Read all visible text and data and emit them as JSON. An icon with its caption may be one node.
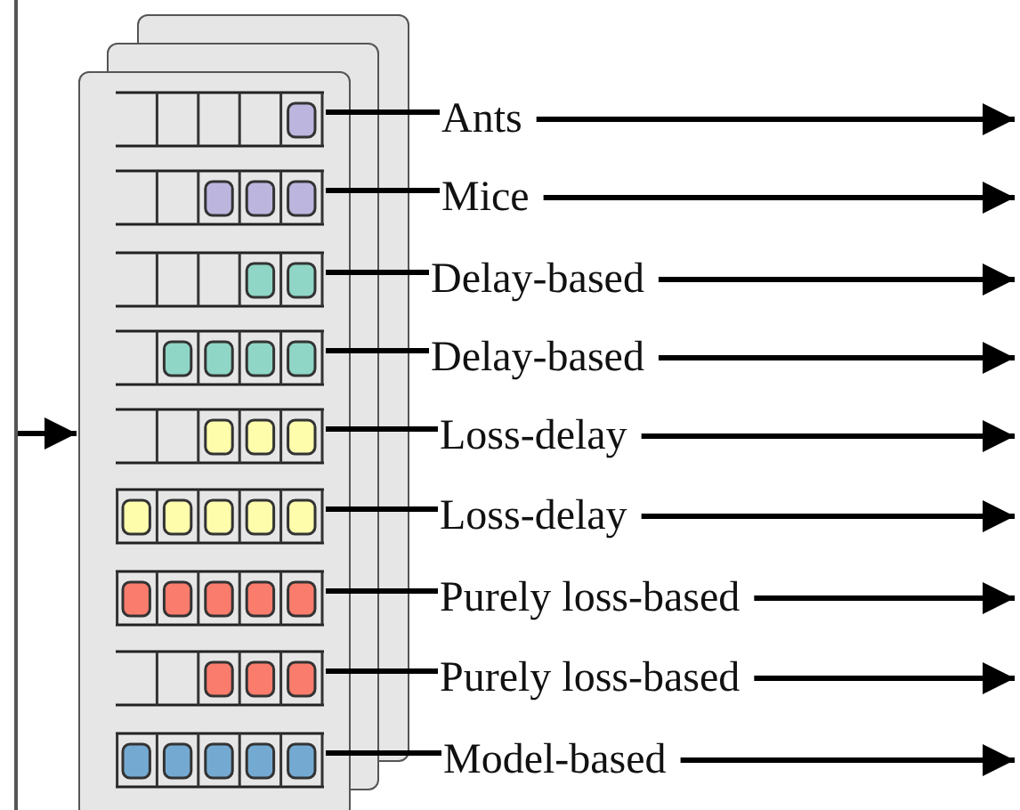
{
  "diagram": {
    "nodes": [
      {
        "text": [],
        "shape": "box"
      },
      {
        "text": [],
        "shape": "box"
      },
      {
        "text": [],
        "shape": "bar",
        "in": 1
      },
      {
        "text": [],
        "shape": "bar",
        "in": 1
      },
      {
        "text": [],
        "shape": "bar",
        "in": 1
      },
      {
        "text": [],
        "shape": "bar",
        "in": 1
      },
      {
        "text": [],
        "shape": "bar",
        "in": 1
      },
      {
        "text": [],
        "shape": "bar",
        "in": 1
      },
      {
        "text": [],
        "shape": "bar",
        "in": 1
      },
      {
        "text": [],
        "shape": "bar",
        "in": 1
      },
      {
        "text": [],
        "shape": "bar",
        "in": 1
      },
      {
        "text": [
          "Ants"
        ]
      },
      {
        "text": [
          "Mice"
        ]
      },
      {
        "text": [
          "Delay-based"
        ]
      },
      {
        "text": [
          "Delay-based"
        ]
      },
      {
        "text": [
          "Loss-delay"
        ]
      },
      {
        "text": [
          "Loss-delay"
        ]
      },
      {
        "text": [
          "Purely loss-based"
        ]
      },
      {
        "text": [
          "Purely loss-based"
        ]
      },
      {
        "text": [
          "Model-based"
        ]
      }
    ],
    "edges": [
      {
        "from": 0,
        "to": 1,
        "arrow": "to"
      },
      {
        "from": 2,
        "to": 11,
        "arrow": "none"
      },
      {
        "from": 3,
        "to": 12,
        "arrow": "none"
      },
      {
        "from": 4,
        "to": 13,
        "arrow": "none"
      },
      {
        "from": 5,
        "to": 14,
        "arrow": "none"
      },
      {
        "from": 6,
        "to": 15,
        "arrow": "none"
      },
      {
        "from": 7,
        "to": 16,
        "arrow": "none"
      },
      {
        "from": 8,
        "to": 17,
        "arrow": "none"
      },
      {
        "from": 9,
        "to": 18,
        "arrow": "none"
      },
      {
        "from": 10,
        "to": 19,
        "arrow": "none"
      },
      {
        "from": 11,
        "to": null,
        "arrow": "to"
      },
      {
        "from": 12,
        "to": null,
        "arrow": "to"
      },
      {
        "from": 13,
        "to": null,
        "arrow": "to"
      },
      {
        "from": 14,
        "to": null,
        "arrow": "to"
      },
      {
        "from": 15,
        "to": null,
        "arrow": "to"
      },
      {
        "from": 16,
        "to": null,
        "arrow": "to"
      },
      {
        "from": 17,
        "to": null,
        "arrow": "to"
      },
      {
        "from": 18,
        "to": null,
        "arrow": "to"
      },
      {
        "from": 19,
        "to": null,
        "arrow": "to"
      }
    ]
  }
}
